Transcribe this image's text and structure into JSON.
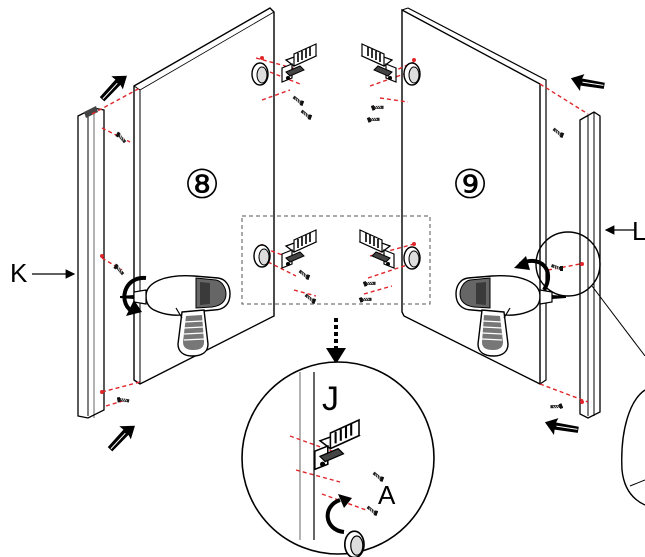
{
  "steps": [
    {
      "number": "⑧"
    },
    {
      "number": "⑨"
    }
  ],
  "parts": {
    "k": "K",
    "l": "L",
    "j": "J",
    "a": "A"
  },
  "colors": {
    "line": "#000000",
    "guide": "#e0262b",
    "fill": "#ffffff",
    "gray": "#bdbdbd",
    "dark": "#4a4a4a"
  },
  "icons": [
    "drill-icon",
    "hinge-icon",
    "screw-icon",
    "dowel-icon",
    "rotation-arrow-icon",
    "push-arrow-icon"
  ]
}
